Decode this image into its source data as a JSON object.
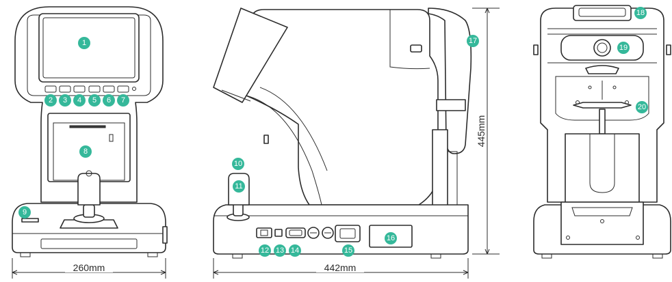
{
  "colors": {
    "badge": "#35b89a",
    "line": "#2b2b2b",
    "background": "#ffffff"
  },
  "dimensions": {
    "front_width": "260mm",
    "side_depth": "442mm",
    "side_height": "445mm"
  },
  "badges": [
    "1",
    "2",
    "3",
    "4",
    "5",
    "6",
    "7",
    "8",
    "9",
    "10",
    "11",
    "12",
    "13",
    "14",
    "15",
    "16",
    "17",
    "18",
    "19",
    "20"
  ]
}
